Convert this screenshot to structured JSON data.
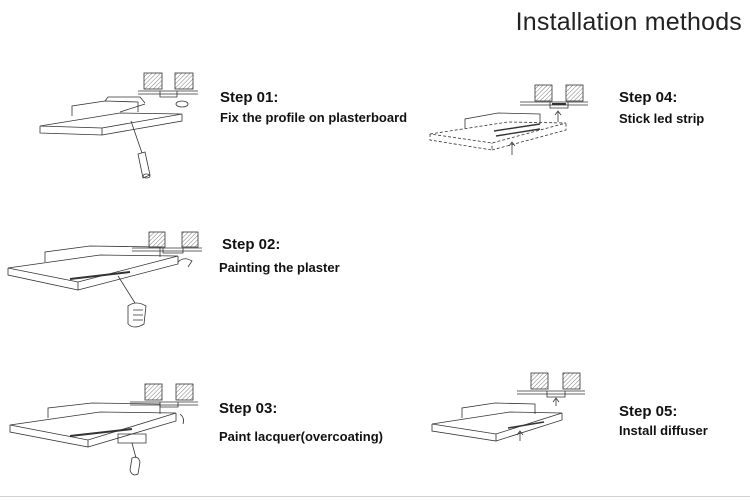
{
  "page": {
    "title": "Installation methods"
  },
  "steps": [
    {
      "label": "Step 01:",
      "description": "Fix the profile on plasterboard"
    },
    {
      "label": "Step 02:",
      "description": "Painting the plaster"
    },
    {
      "label": "Step 03:",
      "description": "Paint lacquer(overcoating)"
    },
    {
      "label": "Step 04:",
      "description": "Stick led strip"
    },
    {
      "label": "Step 05:",
      "description": "Install diffuser"
    }
  ]
}
